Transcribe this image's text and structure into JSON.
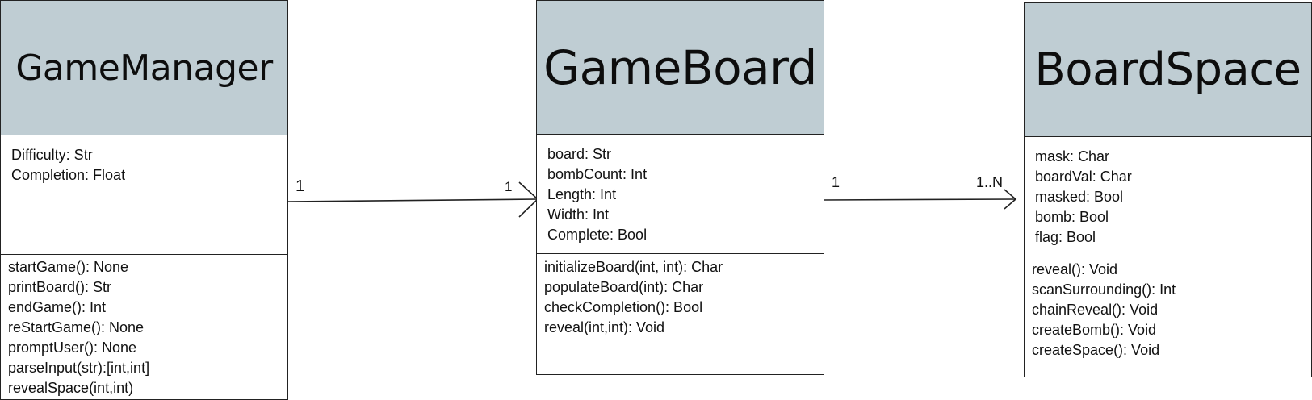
{
  "classes": [
    {
      "name": "GameManager",
      "attributes": [
        "Difficulty: Str",
        "Completion: Float"
      ],
      "operations": [
        "startGame(): None",
        "printBoard(): Str",
        "endGame(): Int",
        "reStartGame(): None",
        "promptUser(): None",
        "parseInput(str):[int,int]",
        "revealSpace(int,int)"
      ]
    },
    {
      "name": "GameBoard",
      "attributes": [
        "board: Str",
        "bombCount: Int",
        "Length: Int",
        "Width: Int",
        "Complete: Bool"
      ],
      "operations": [
        "initializeBoard(int, int): Char",
        "populateBoard(int): Char",
        "checkCompletion(): Bool",
        "reveal(int,int): Void"
      ]
    },
    {
      "name": "BoardSpace",
      "attributes": [
        "mask: Char",
        "boardVal: Char",
        "masked: Bool",
        "bomb: Bool",
        "flag: Bool"
      ],
      "operations": [
        "reveal(): Void",
        "scanSurrounding(): Int",
        "chainReveal(): Void",
        "createBomb(): Void",
        "createSpace(): Void"
      ]
    }
  ],
  "associations": [
    {
      "source_multiplicity": "1",
      "target_multiplicity": "1"
    },
    {
      "source_multiplicity": "1",
      "target_multiplicity": "1..N"
    }
  ],
  "colors": {
    "header_fill": "#bfcdd3",
    "stroke": "#222222"
  }
}
